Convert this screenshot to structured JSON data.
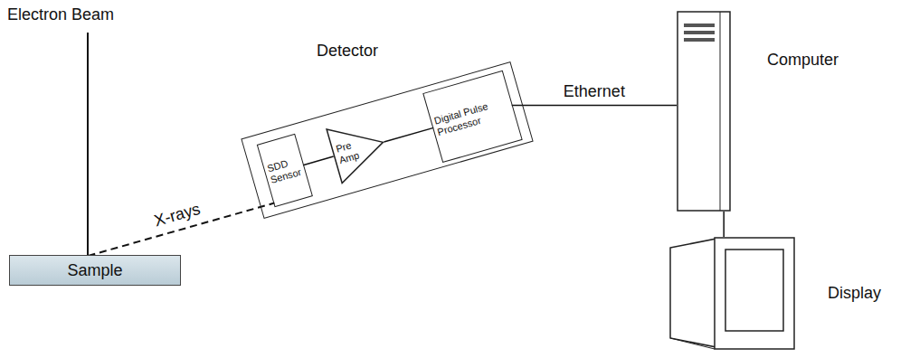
{
  "diagram": {
    "nodes": [
      {
        "text": [
          "Sample"
        ]
      },
      {
        "text": [
          "Detector"
        ]
      },
      {
        "text": [
          "SDD Sensor"
        ],
        "in": 1
      },
      {
        "text": [
          "Pre Amp"
        ],
        "in": 1
      },
      {
        "text": [
          "Digital Pulse Processor"
        ],
        "in": 1
      },
      {
        "text": [
          "Computer"
        ]
      },
      {
        "text": [
          "Display"
        ]
      }
    ],
    "edges": [
      {
        "from": 0,
        "to": 2,
        "label": "X-rays",
        "arrow": "none"
      },
      {
        "from": 2,
        "to": 3,
        "arrow": "none"
      },
      {
        "from": 3,
        "to": 4,
        "arrow": "none"
      },
      {
        "from": 4,
        "to": 5,
        "label": "Ethernet",
        "arrow": "none"
      },
      {
        "from": 5,
        "to": 6,
        "arrow": "none"
      }
    ],
    "labels": [
      "Electron Beam"
    ]
  }
}
